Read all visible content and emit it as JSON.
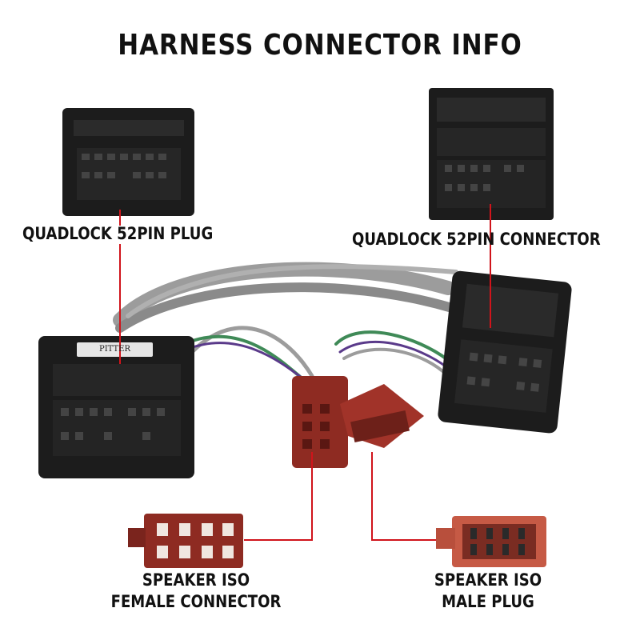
{
  "title": "HARNESS CONNECTOR INFO",
  "labels": {
    "quadlock_plug": "QUADLOCK 52PIN PLUG",
    "quadlock_connector": "QUADLOCK 52PIN CONNECTOR",
    "speaker_female_line1": "SPEAKER ISO",
    "speaker_female_line2": "FEMALE CONNECTOR",
    "speaker_male_line1": "SPEAKER ISO",
    "speaker_male_line2": "MALE PLUG"
  },
  "plug_badge": "PITTER",
  "colors": {
    "pointer_line": "#d0141b",
    "connector_black": "#1c1c1c",
    "iso_red": "#8e2b22",
    "iso_orange": "#c65a45",
    "wire_gray": "#9c9c9c",
    "wire_green": "#3f8a57",
    "wire_purple": "#5a3a8a"
  }
}
